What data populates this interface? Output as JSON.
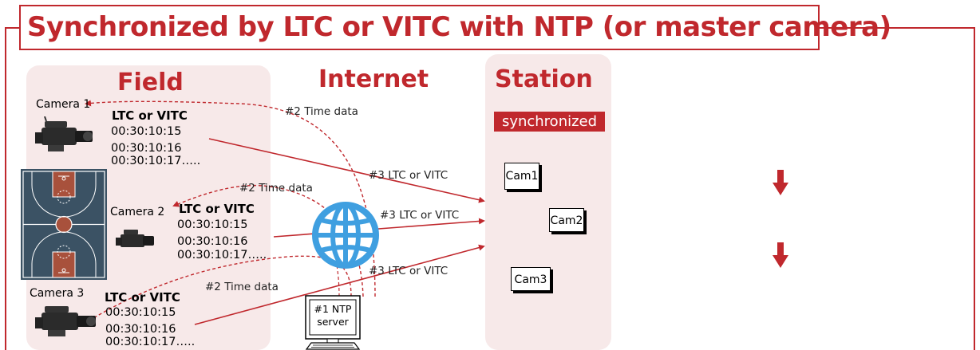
{
  "title": "Synchronized by LTC or VITC with NTP (or master camera)",
  "sections": {
    "field": "Field",
    "internet": "Internet",
    "station": "Station"
  },
  "cameras": [
    {
      "label": "Camera 1",
      "ltc_head": "LTC or VITC",
      "timecodes": [
        "00:30:10:15",
        "00:30:10:16",
        "00:30:10:17….."
      ]
    },
    {
      "label": "Camera 2",
      "ltc_head": "LTC or VITC",
      "timecodes": [
        "00:30:10:15",
        "00:30:10:16",
        "00:30:10:17….."
      ]
    },
    {
      "label": "Camera 3",
      "ltc_head": "LTC or VITC",
      "timecodes": [
        "00:30:10:15",
        "00:30:10:16",
        "00:30:10:17….."
      ]
    }
  ],
  "flows": {
    "time_data": "#2 Time data",
    "ltc_vitc": "#3 LTC or VITC"
  },
  "ntp_server": {
    "line1": "#1 NTP",
    "line2": "server"
  },
  "station": {
    "status": "synchronized",
    "feeds": [
      "Cam1",
      "Cam2",
      "Cam3"
    ]
  },
  "colors": {
    "accent": "#c0282d",
    "panel": "#f7e9e9",
    "globe": "#3f9fe0",
    "court": "#3b5264"
  }
}
